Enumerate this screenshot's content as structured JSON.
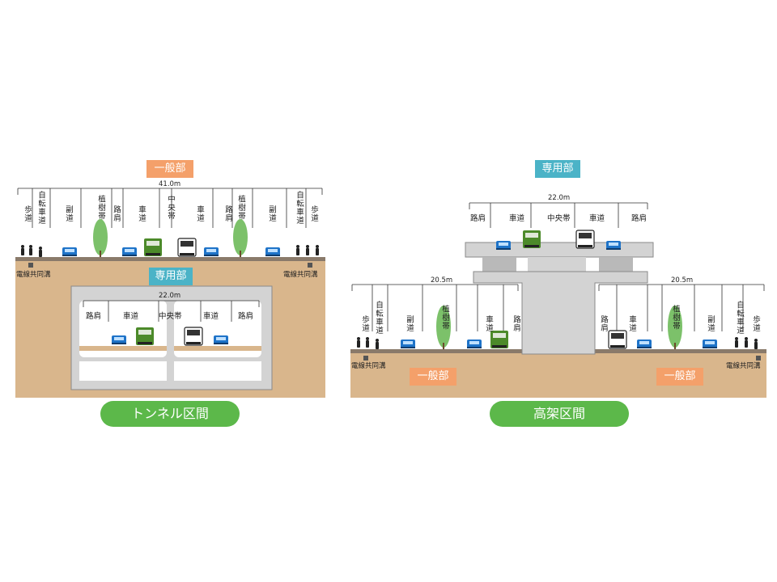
{
  "colors": {
    "ground": "#d9b68c",
    "sky_line": "#333333",
    "orange_tag": "#f4a06a",
    "teal_tag": "#4bb3c7",
    "green_pill": "#5cb84a",
    "concrete": "#d3d3d3",
    "car_blue": "#1e73c8",
    "truck_green": "#4c8a2a",
    "tree_green": "#7cc16a"
  },
  "tunnel_section": {
    "top_tag": "一般部",
    "top_width": "41.0m",
    "lanes": [
      "歩道",
      "自転車道",
      "副道",
      "植樹帯",
      "路肩",
      "車道",
      "中央帯",
      "車道",
      "路肩",
      "植樹帯",
      "副道",
      "自転車道",
      "歩道"
    ],
    "utility_left": "電線共同溝",
    "utility_right": "電線共同溝",
    "tunnel_tag": "専用部",
    "tunnel_width": "22.0m",
    "tunnel_lanes": [
      "路肩",
      "車道",
      "中央帯",
      "車道",
      "路肩"
    ],
    "caption": "トンネル区間"
  },
  "viaduct_section": {
    "top_tag": "専用部",
    "top_width": "22.0m",
    "top_lanes": [
      "路肩",
      "車道",
      "中央帯",
      "車道",
      "路肩"
    ],
    "left_width": "20.5m",
    "right_width": "20.5m",
    "left_lanes": [
      "歩道",
      "自転車道",
      "副道",
      "植樹帯",
      "車道",
      "路肩"
    ],
    "right_lanes": [
      "路肩",
      "車道",
      "植樹帯",
      "副道",
      "自転車道",
      "歩道"
    ],
    "utility_left": "電線共同溝",
    "utility_right": "電線共同溝",
    "left_tag": "一般部",
    "right_tag": "一般部",
    "caption": "高架区間"
  }
}
